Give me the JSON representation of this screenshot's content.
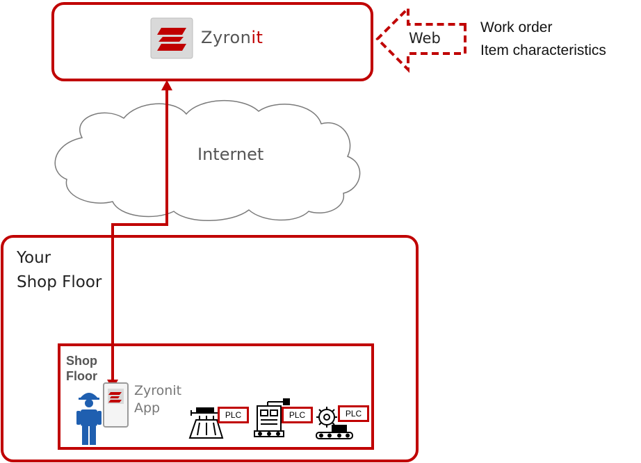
{
  "cloud": {
    "label": "Internet"
  },
  "server": {
    "brand_prefix": "Zyron",
    "brand_suffix": "it",
    "logo_icon": "zyronit-logo-icon"
  },
  "web_arrow": {
    "label": "Web"
  },
  "web_inputs": [
    "Work order",
    "Item characteristics"
  ],
  "shop_floor": {
    "title_line1": "Your",
    "title_line2": "Shop Floor",
    "inner_label_line1": "Shop",
    "inner_label_line2": "Floor",
    "app_label_line1": "Zyronit",
    "app_label_line2": "App",
    "machines": [
      {
        "icon": "spray-machine-icon",
        "plc_label": "PLC"
      },
      {
        "icon": "robot-machine-icon",
        "plc_label": "PLC"
      },
      {
        "icon": "gear-conveyor-icon",
        "plc_label": "PLC"
      }
    ]
  },
  "colors": {
    "accent": "#c00000",
    "worker": "#1f5fb0",
    "text_gray": "#555555"
  }
}
